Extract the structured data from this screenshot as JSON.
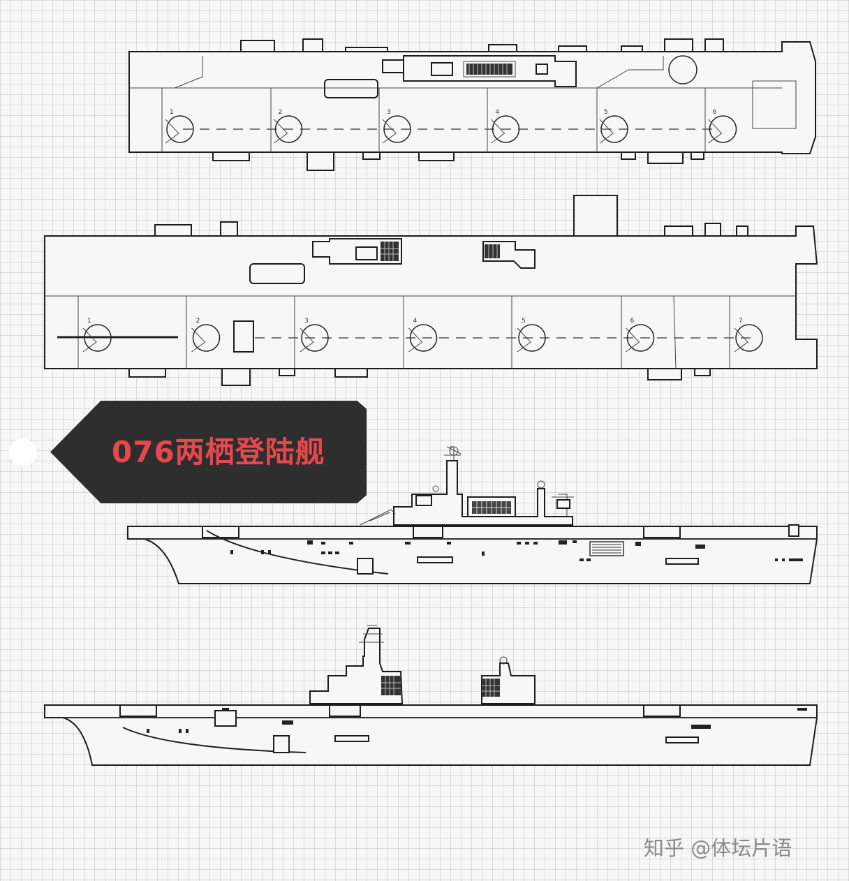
{
  "label": {
    "title": "076两栖登陆舰"
  },
  "watermark": "知乎 @体坛片语",
  "deck_top": {
    "spots": [
      "1",
      "2",
      "3",
      "4",
      "5",
      "6"
    ]
  },
  "deck_bottom": {
    "spots": [
      "1",
      "2",
      "3",
      "4",
      "5",
      "6",
      "7"
    ]
  }
}
